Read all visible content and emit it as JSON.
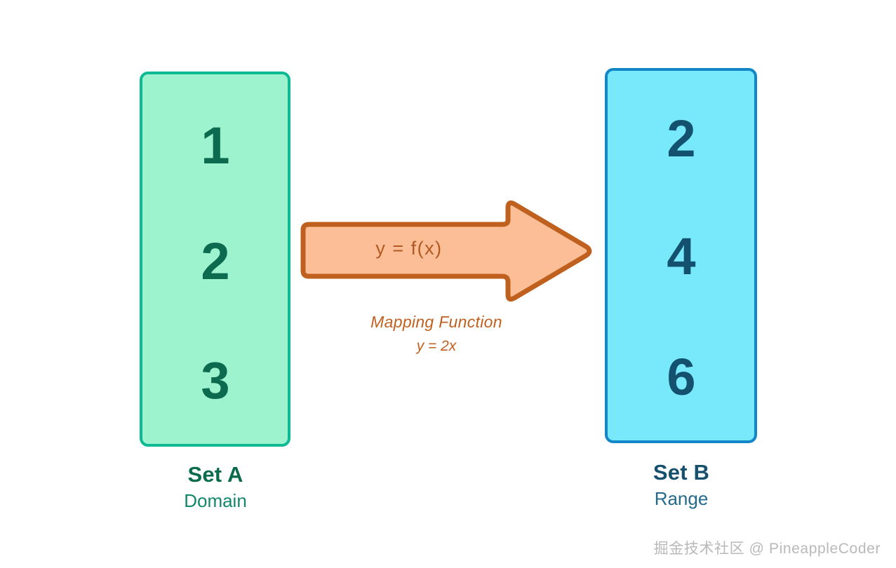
{
  "diagram": {
    "background_color": "#ffffff",
    "set_a": {
      "box_fill": "#9ef3cf",
      "box_border": "#0dba93",
      "element_color": "#0c6a4f",
      "elements": [
        "1",
        "2",
        "3"
      ],
      "title": "Set A",
      "subtitle": "Domain"
    },
    "set_b": {
      "box_fill": "#78e9fb",
      "box_border": "#1286c6",
      "element_color": "#13516e",
      "elements": [
        "2",
        "4",
        "6"
      ],
      "title": "Set B",
      "subtitle": "Range"
    },
    "arrow": {
      "fill": "#fbbe96",
      "border": "#c0601f",
      "label": "y = f(x)",
      "label_color": "#b25a22",
      "direction": "right"
    },
    "mapping_caption": {
      "title": "Mapping Function",
      "formula": "y = 2x",
      "color": "#c0601f"
    }
  },
  "watermark": {
    "text": "掘金技术社区 @ PineappleCoder",
    "color": "#b9b9b9"
  }
}
